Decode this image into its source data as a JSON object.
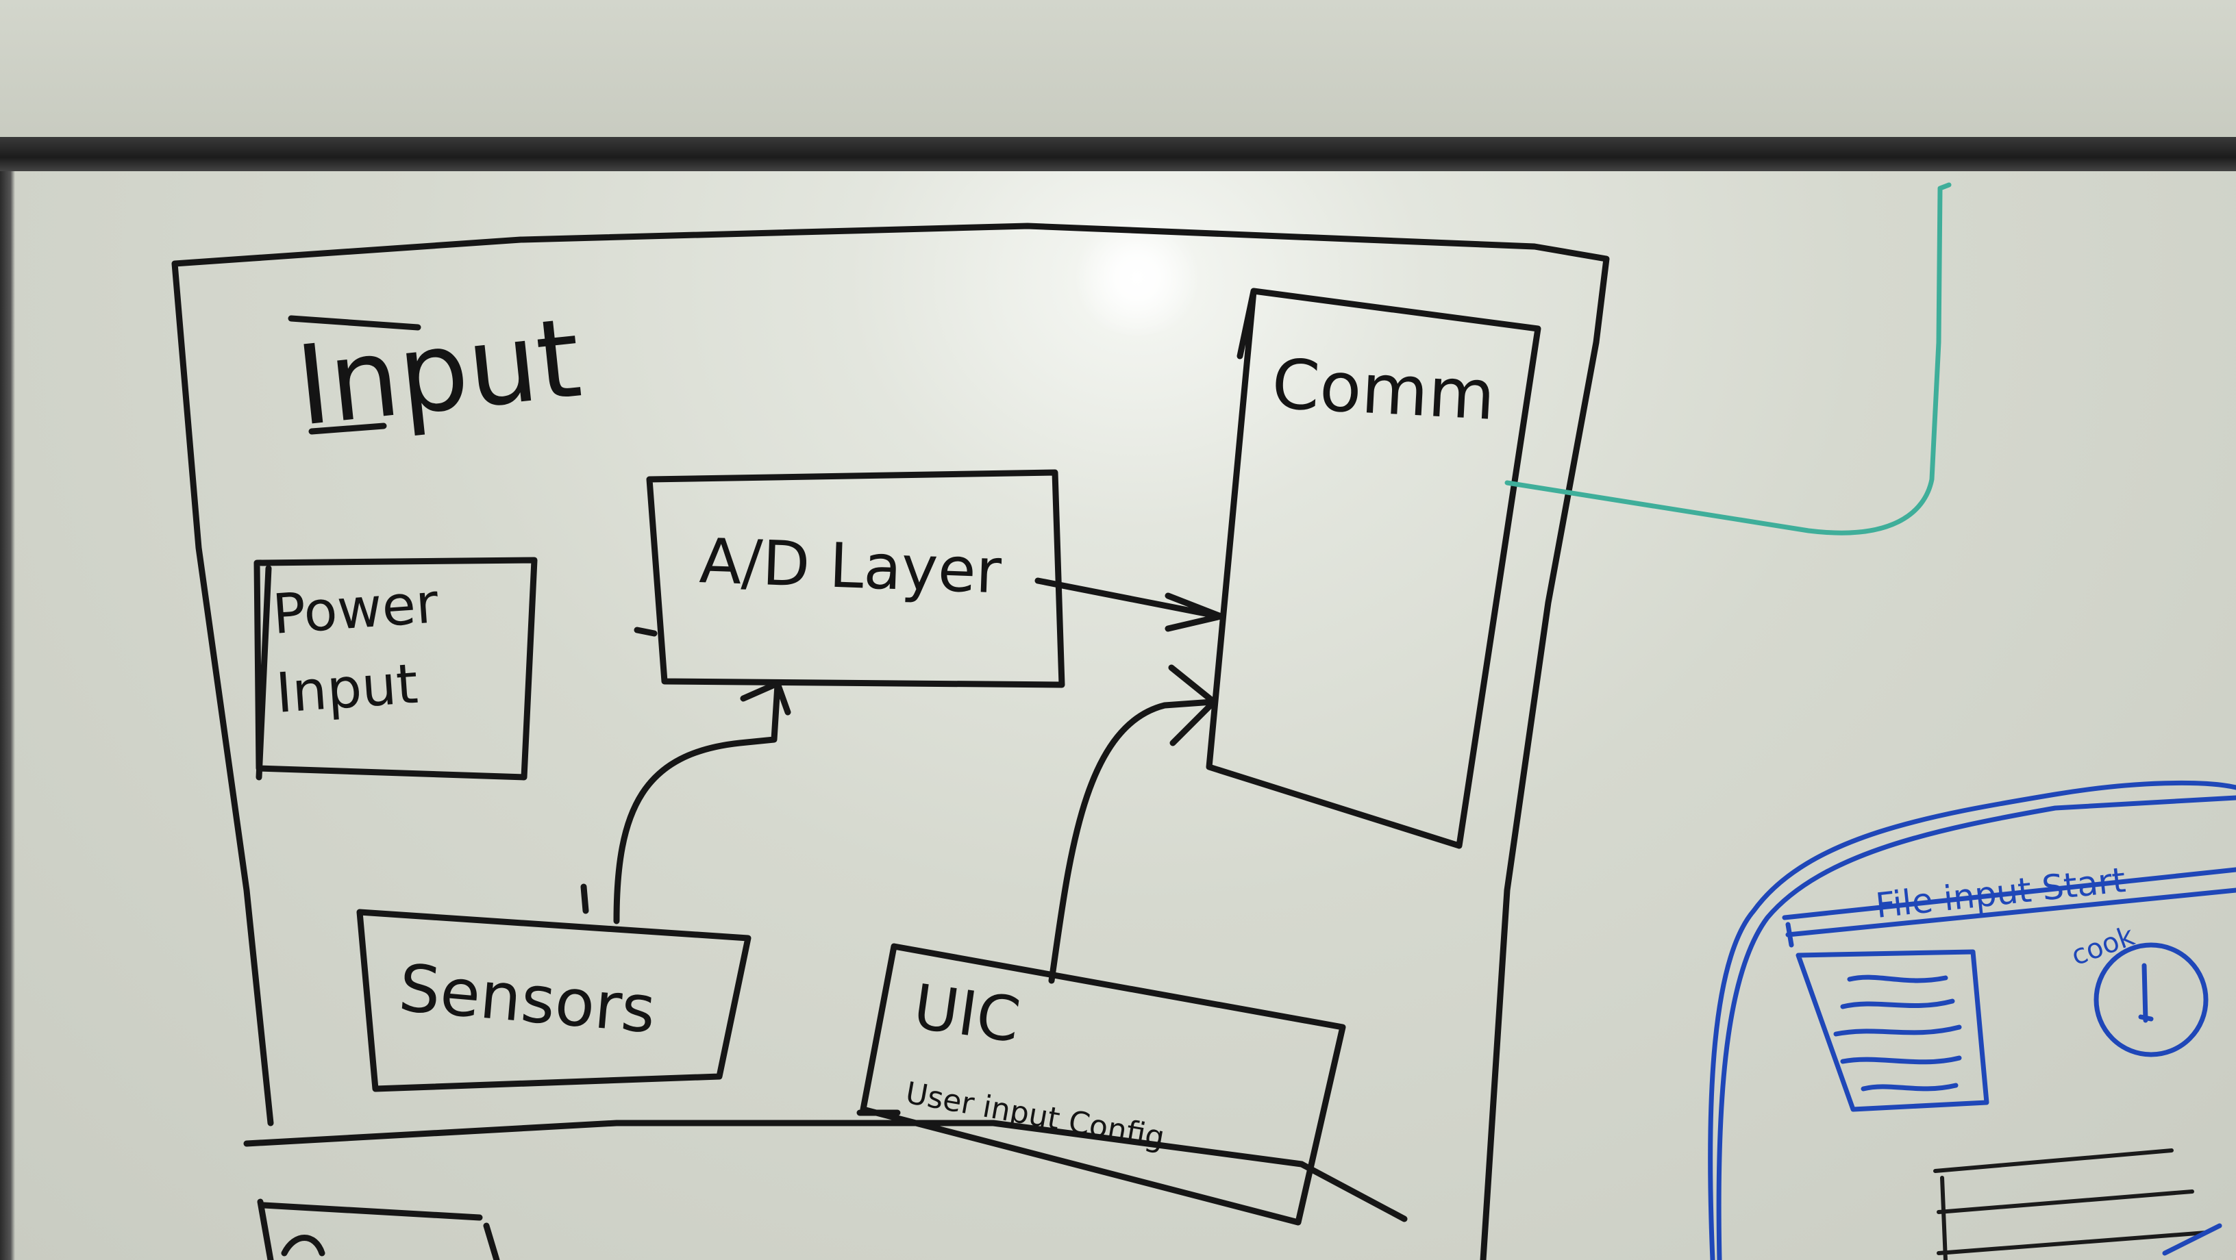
{
  "whiteboard": {
    "outer_label": "Input",
    "blocks": {
      "power_input_line1": "Power",
      "power_input_line2": "Input",
      "ad_layer": "A/D Layer",
      "comm": "Comm",
      "sensors": "Sensors",
      "uic": "UIC",
      "uic_subtitle": "User input Config"
    },
    "ui_sketch": {
      "title_bar": "File input Start",
      "gauge_label": "cook"
    },
    "colors": {
      "ink": "#161616",
      "teal_marker": "#3fae9a",
      "blue_marker": "#1f47b8"
    }
  }
}
